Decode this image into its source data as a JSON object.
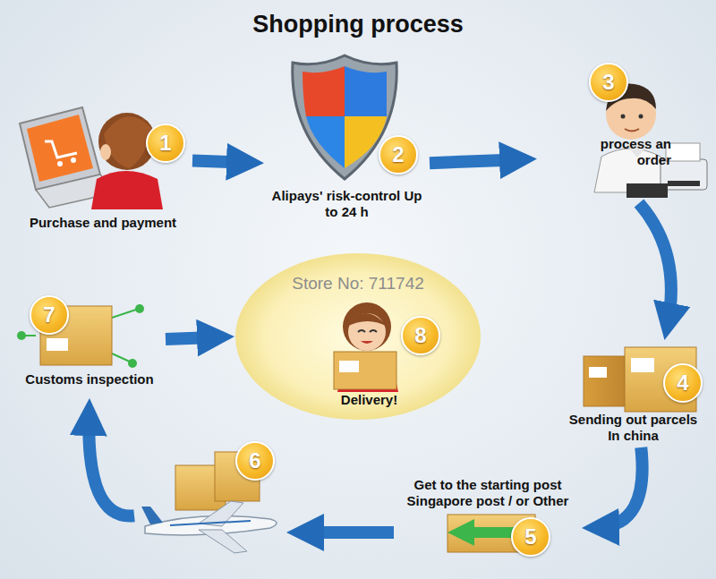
{
  "diagram": {
    "title": "Shopping process",
    "nodes": [
      {
        "text": [
          "1",
          "Purchase and payment"
        ]
      },
      {
        "text": [
          "2",
          "Alipays' risk-control Up to 24 h"
        ]
      },
      {
        "text": [
          "3",
          "process an order"
        ]
      },
      {
        "text": [
          "4",
          "Sending out parcels In china"
        ]
      },
      {
        "text": [
          "5",
          "Get to the starting post Singapore post / or Other"
        ]
      },
      {
        "text": [
          "6"
        ]
      },
      {
        "text": [
          "7",
          "Customs inspection"
        ]
      },
      {
        "text": [
          "Store No: 711742"
        ]
      },
      {
        "text": [
          "8",
          "Delivery!"
        ],
        "in": 7
      }
    ],
    "edges": [
      {
        "from": 0,
        "to": 1,
        "arrow": "to"
      },
      {
        "from": 1,
        "to": 2,
        "arrow": "to"
      },
      {
        "from": 2,
        "to": 3,
        "arrow": "to"
      },
      {
        "from": 3,
        "to": 4,
        "arrow": "to"
      },
      {
        "from": 4,
        "to": 5,
        "arrow": "to"
      },
      {
        "from": 5,
        "to": 6,
        "arrow": "to"
      },
      {
        "from": 6,
        "to": 7,
        "arrow": "to"
      }
    ]
  }
}
